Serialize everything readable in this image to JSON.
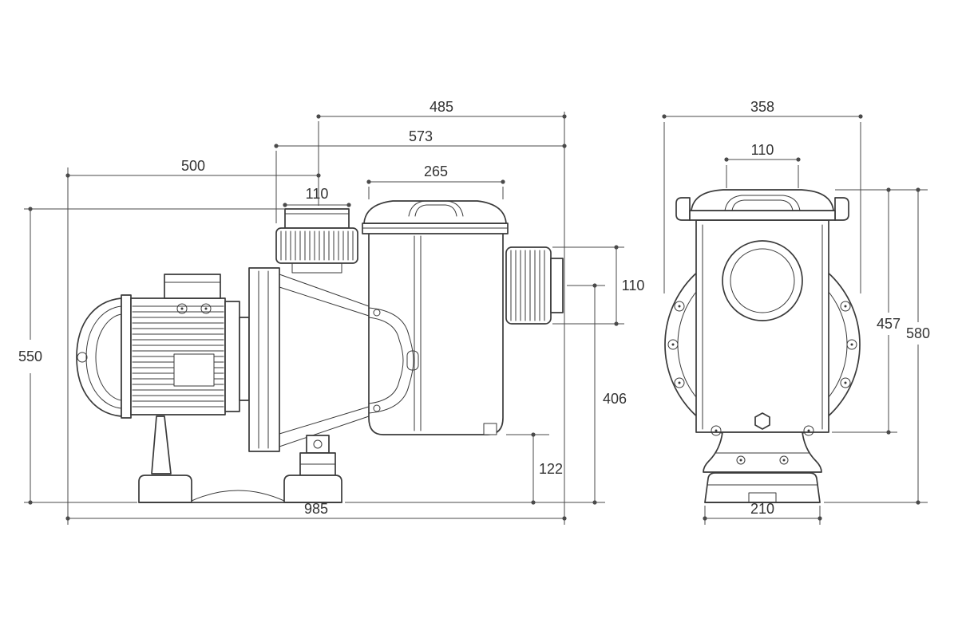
{
  "colors": {
    "line": "#3a3a3a",
    "dim": "#4a4a4a",
    "text": "#333333",
    "background": "#ffffff"
  },
  "views": {
    "side": {
      "dims": {
        "len_485": "485",
        "len_573": "573",
        "len_500": "500",
        "len_265": "265",
        "dia_110_suction": "110",
        "dia_110_discharge": "110",
        "h_406": "406",
        "h_122": "122",
        "h_550": "550",
        "len_985": "985"
      }
    },
    "front": {
      "dims": {
        "w_358": "358",
        "w_110": "110",
        "h_457": "457",
        "h_580": "580",
        "w_210": "210"
      }
    }
  }
}
